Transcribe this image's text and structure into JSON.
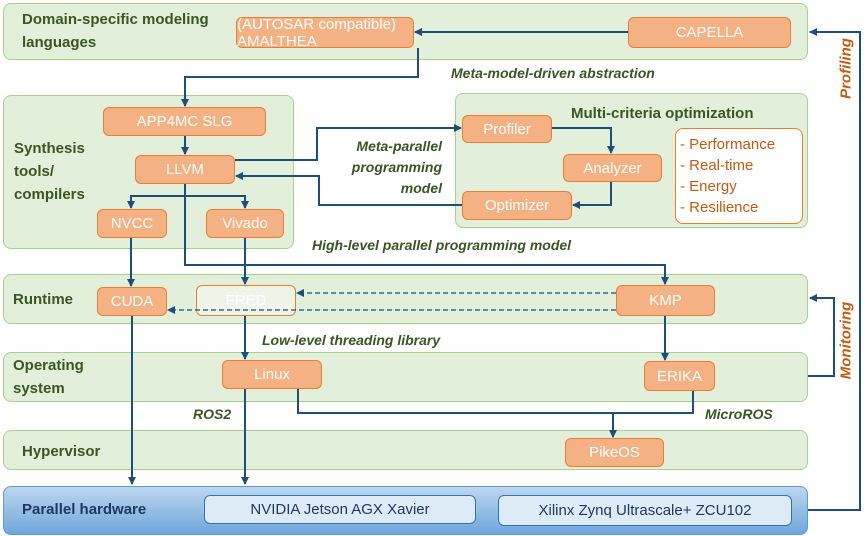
{
  "layers": {
    "dsml": "Domain-specific modeling languages",
    "synthesis": "Synthesis tools/ compilers",
    "multi": "Multi-criteria optimization",
    "runtime": "Runtime",
    "os": "Operating system",
    "hypervisor": "Hypervisor",
    "hardware": "Parallel hardware"
  },
  "boxes": {
    "amalthea": "(AUTOSAR compatible) AMALTHEA",
    "capella": "CAPELLA",
    "app4mc": "APP4MC SLG",
    "llvm": "LLVM",
    "nvcc": "NVCC",
    "vivado": "Vivado",
    "profiler": "Profiler",
    "analyzer": "Analyzer",
    "optimizer": "Optimizer",
    "cuda": "CUDA",
    "fred": "FRED",
    "kmp": "KMP",
    "linux": "Linux",
    "erika": "ERIKA",
    "pikeos": "PikeOS",
    "nvidia": "NVIDIA Jetson AGX Xavier",
    "xilinx": "Xilinx Zynq Ultrascale+ ZCU102"
  },
  "criteria": [
    "-   Performance",
    "-   Real-time",
    "-   Energy",
    "-   Resilience"
  ],
  "notes": {
    "meta_model": "Meta-model-driven abstraction",
    "meta_parallel": [
      "Meta-parallel",
      "programming",
      "model"
    ],
    "high_level": "High-level parallel programming model",
    "low_level": "Low-level threading library",
    "ros2": "ROS2",
    "microros": "MicroROS",
    "profiling": "Profiling",
    "monitoring": "Monitoring"
  },
  "colors": {
    "layer": "#e2efda",
    "box": "#f4b183",
    "box_border": "#ed7d31",
    "arrow": "#1f4e79",
    "label": "#385723",
    "feedback": "#c55a11"
  }
}
